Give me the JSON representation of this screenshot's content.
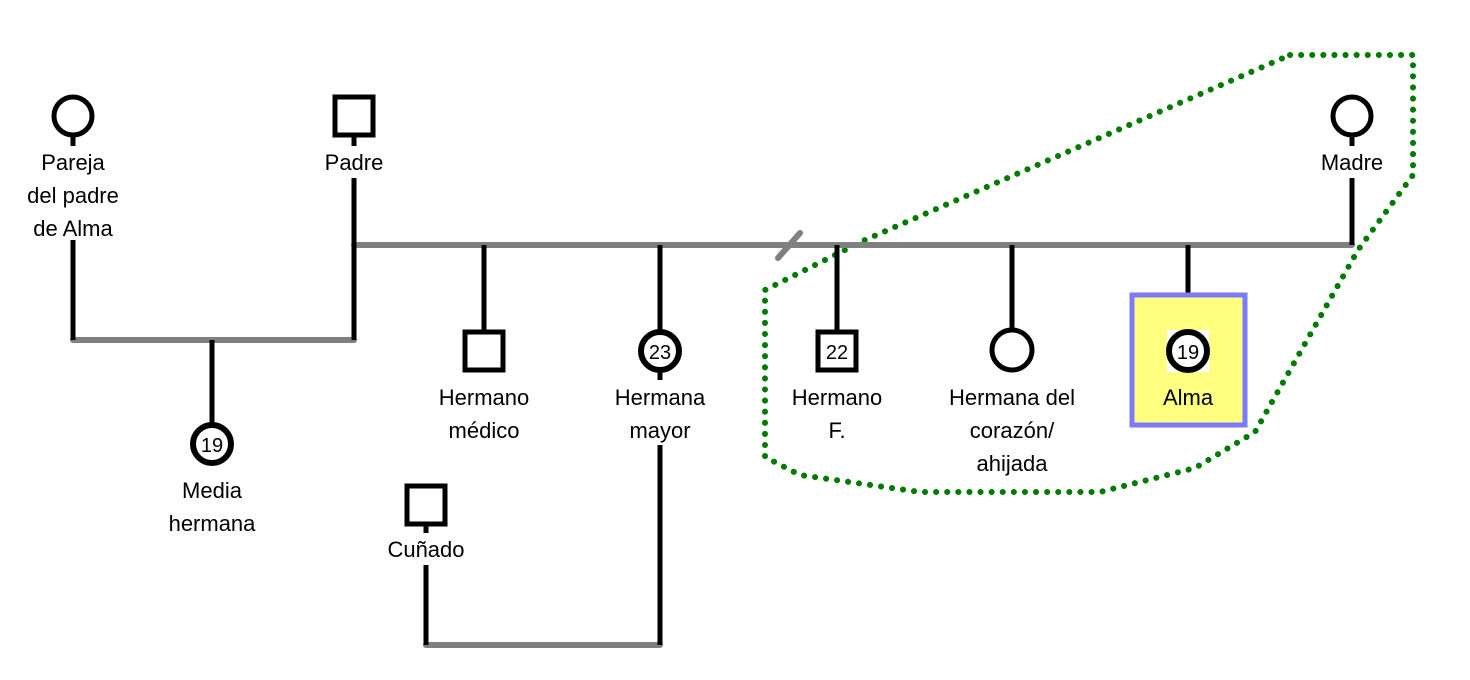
{
  "diagram": {
    "type": "genogram",
    "colors": {
      "line_child": "#000000",
      "line_union": "#808080",
      "highlight_fill": "#ffff80",
      "highlight_border": "#7b7bff",
      "group_outline": "#007a00"
    },
    "people": {
      "pareja": {
        "label": [
          "Pareja",
          "del padre",
          "de Alma"
        ],
        "sex": "female",
        "age": ""
      },
      "padre": {
        "label": [
          "Padre"
        ],
        "sex": "male",
        "age": ""
      },
      "madre": {
        "label": [
          "Madre"
        ],
        "sex": "female",
        "age": ""
      },
      "media_hermana": {
        "label": [
          "Media",
          "hermana"
        ],
        "sex": "female",
        "age": "19"
      },
      "hermano_medico": {
        "label": [
          "Hermano",
          "médico"
        ],
        "sex": "male",
        "age": ""
      },
      "hermana_mayor": {
        "label": [
          "Hermana",
          "mayor"
        ],
        "sex": "female",
        "age": "23"
      },
      "cunado": {
        "label": [
          "Cuñado"
        ],
        "sex": "male",
        "age": ""
      },
      "hermano_f": {
        "label": [
          "Hermano",
          "F."
        ],
        "sex": "male",
        "age": "22"
      },
      "hermana_corazon": {
        "label": [
          "Hermana del",
          "corazón/",
          "ahijada"
        ],
        "sex": "female",
        "age": ""
      },
      "alma": {
        "label": [
          "Alma"
        ],
        "sex": "female",
        "age": "19",
        "index_person": true
      }
    },
    "relationships": [
      {
        "type": "union",
        "between": [
          "pareja",
          "padre"
        ],
        "children": [
          "media_hermana"
        ]
      },
      {
        "type": "union",
        "between": [
          "padre",
          "madre"
        ],
        "status": "separated",
        "children": [
          "hermano_medico",
          "hermana_mayor",
          "hermano_f",
          "hermana_corazon",
          "alma"
        ]
      },
      {
        "type": "union",
        "between": [
          "cunado",
          "hermana_mayor"
        ],
        "children": []
      }
    ],
    "group_outline": {
      "members": [
        "madre",
        "hermano_f",
        "hermana_corazon",
        "alma"
      ],
      "style": "dotted"
    }
  }
}
